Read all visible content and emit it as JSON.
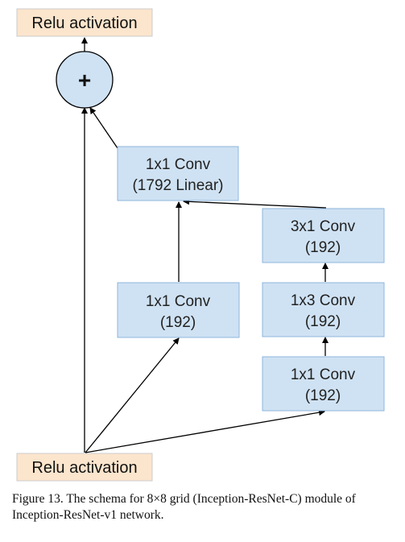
{
  "colors": {
    "conv_fill": "#cfe2f3",
    "conv_stroke": "#8fb5dc",
    "relu_fill": "#fce5cd",
    "relu_stroke": "#cccccc",
    "add_fill": "#cfe2f3",
    "edge": "#000000"
  },
  "nodes": {
    "relu_top": {
      "label": "Relu activation"
    },
    "add": {
      "symbol": "+"
    },
    "conv_linear": {
      "line1": "1x1 Conv",
      "line2": "(1792 Linear)"
    },
    "conv_mid_left": {
      "line1": "1x1 Conv",
      "line2": "(192)"
    },
    "conv_3x1": {
      "line1": "3x1 Conv",
      "line2": "(192)"
    },
    "conv_1x3": {
      "line1": "1x3 Conv",
      "line2": "(192)"
    },
    "conv_bottom_right": {
      "line1": "1x1 Conv",
      "line2": "(192)"
    },
    "relu_bottom": {
      "label": "Relu activation"
    }
  },
  "caption": {
    "text": "Figure 13. The schema for 8×8 grid (Inception-ResNet-C) module of Inception-ResNet-v1 network."
  }
}
